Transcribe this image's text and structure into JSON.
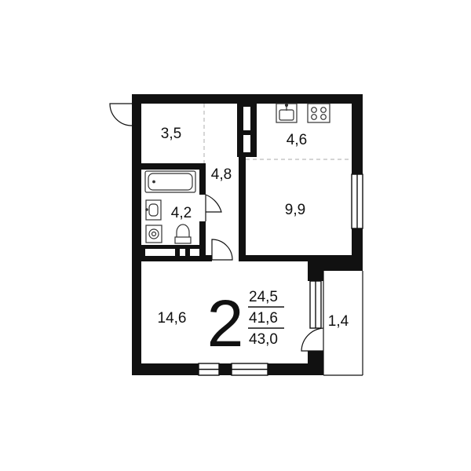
{
  "colors": {
    "wall": "#111111",
    "background": "#ffffff",
    "fixture": "#333333",
    "dashed": "#bbbbbb"
  },
  "rooms": {
    "hall_area": "3,5",
    "corridor_area": "4,8",
    "kitchen_area": "4,6",
    "bathroom_area": "4,2",
    "bedroom_area": "9,9",
    "living_area": "14,6",
    "balcony_area": "1,4"
  },
  "summary": {
    "room_count": "2",
    "living_area": "24,5",
    "total_area": "41,6",
    "total_with_balcony": "43,0"
  },
  "icons": [
    "bathtub-icon",
    "sink-icon",
    "stove-icon",
    "washbasin-icon",
    "washing-machine-icon",
    "toilet-icon"
  ]
}
